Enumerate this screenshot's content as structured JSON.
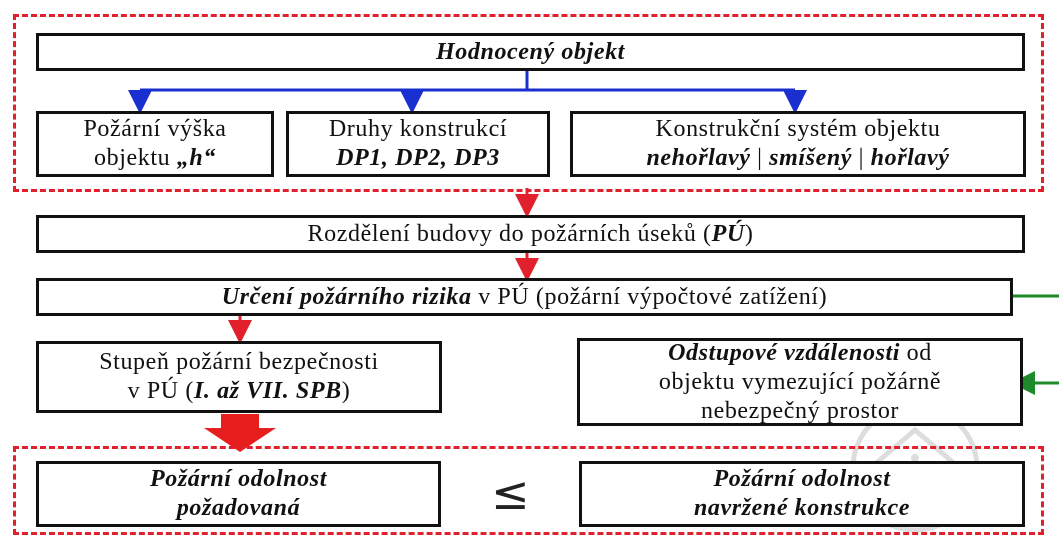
{
  "top_group": {
    "object": "Hodnocený objekt",
    "height": {
      "line1": "Požární výška",
      "line2_pre": "objektu ",
      "line2_em": "„h“"
    },
    "types": {
      "line1": "Druhy konstrukcí",
      "line2": "DP1, DP2, DP3"
    },
    "system": {
      "line1": "Konstrukční systém objektu",
      "opt1": "nehořlavý",
      "sep": " | ",
      "opt2": "smíšený",
      "opt3": "hořlavý"
    }
  },
  "division": {
    "pre": "Rozdělení budovy do požárních úseků (",
    "em": "PÚ",
    "post": ")"
  },
  "risk": {
    "em": "Určení požárního rizika",
    "post": " v PÚ (požární výpočtové zatížení)"
  },
  "spb": {
    "line1": "Stupeň požární bezpečnosti",
    "line2_pre": "v PÚ (",
    "line2_em": "I. až VII. SPB",
    "line2_post": ")"
  },
  "distances": {
    "line1_em": "Odstupové vzdálenosti",
    "line1_post": " od",
    "line2": "objektu vymezující požárně",
    "line3": "nebezpečný prostor"
  },
  "bottom_group": {
    "required": {
      "line1": "Požární odolnost",
      "line2": "požadovaná"
    },
    "leq": "≤",
    "designed": {
      "line1": "Požární odolnost",
      "line2": "navržené konstrukce"
    }
  },
  "colors": {
    "dashed_frame": "#e0202a",
    "red_arrow": "#e0202a",
    "blue_arrow": "#1a2fd0",
    "green_arrow": "#1f8a2a",
    "border": "#111111"
  }
}
